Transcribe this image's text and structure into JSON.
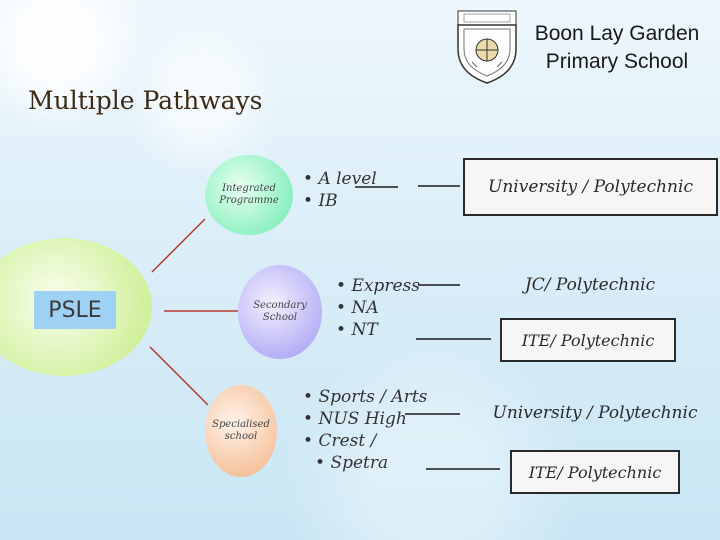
{
  "header": {
    "school_name_line1": "Boon Lay Garden",
    "school_name_line2": "Primary School",
    "title": "Multiple Pathways"
  },
  "diagram": {
    "root": "PSLE",
    "branches": [
      {
        "name": "Integrated Programme",
        "options": [
          "A level",
          "IB"
        ]
      },
      {
        "name": "Secondary School",
        "options": [
          "Express",
          "NA",
          "NT"
        ]
      },
      {
        "name": "Specialised school",
        "options": [
          "Sports / Arts",
          "NUS High",
          "Crest /",
          "Spetra"
        ]
      }
    ],
    "destinations": [
      "University / Polytechnic",
      "JC/ Polytechnic",
      "ITE/ Polytechnic",
      "University / Polytechnic",
      "ITE/ Polytechnic"
    ]
  },
  "colors": {
    "integrated": "#8ff0c3",
    "secondary": "#b8b2f6",
    "specialised": "#f6c6a2",
    "psle_circle": "#d6f2a6",
    "psle_box": "#9fd1f5",
    "connector": "#b83a2e"
  }
}
